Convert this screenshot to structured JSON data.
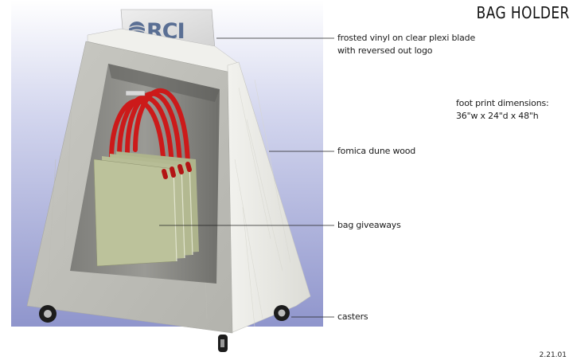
{
  "title": "BAG HOLDER",
  "callouts": {
    "sign_line1": "frosted vinyl on clear plexi blade",
    "sign_line2": "with reversed out logo",
    "wood": "fomica dune wood",
    "bags": "bag giveaways",
    "casters": "casters"
  },
  "dimensions": {
    "heading": "foot print dimensions:",
    "value": "36\"w x 24\"d x 48\"h"
  },
  "logo_text": "RCI",
  "date": "2.21.01",
  "colors": {
    "handle_red": "#cc1a1a",
    "bag_green": "#b9bf98",
    "wood_light": "#e6e6e0",
    "sky_blue": "#9ea4d4"
  }
}
